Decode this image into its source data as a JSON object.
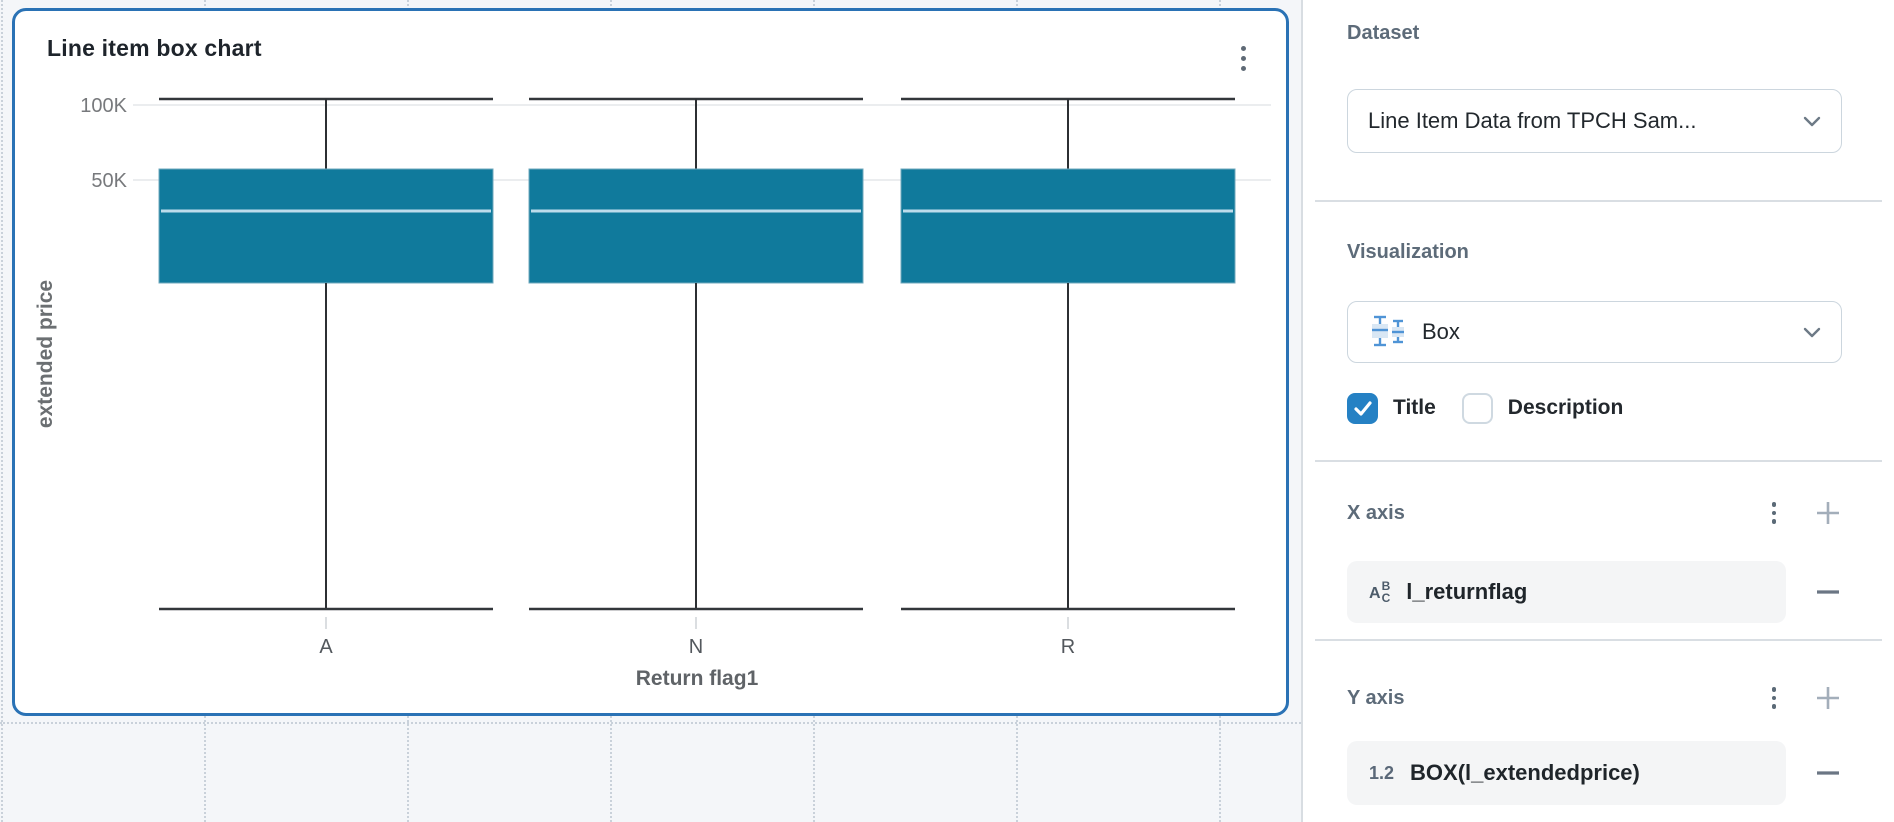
{
  "card": {
    "title": "Line item box chart"
  },
  "chart_data": {
    "type": "box",
    "title": "Line item box chart",
    "xlabel": "Return flag1",
    "ylabel": "extended price",
    "categories": [
      "A",
      "N",
      "R"
    ],
    "y_ticks": [
      "100K",
      "50K"
    ],
    "y_scale": "log-like, ticks at 50K and 100K",
    "grid": "horizontal gridlines at 50K and 100K",
    "series": [
      {
        "category": "A",
        "min": 1000,
        "q1": 19000,
        "median": 36500,
        "q3": 55000,
        "max": 104000
      },
      {
        "category": "N",
        "min": 1000,
        "q1": 19000,
        "median": 36500,
        "q3": 55000,
        "max": 104000
      },
      {
        "category": "R",
        "min": 1000,
        "q1": 19000,
        "median": 36500,
        "q3": 55000,
        "max": 104000
      }
    ],
    "box_color": "#107a9c",
    "median_color": "#bddceb",
    "whisker_color": "#2c2f33"
  },
  "panel": {
    "dataset": {
      "label": "Dataset",
      "value": "Line Item Data from TPCH Sam...",
      "icon": "chevron-down-icon"
    },
    "visualization": {
      "label": "Visualization",
      "value": "Box",
      "icon": "box-plot-icon"
    },
    "options": {
      "title_label": "Title",
      "title_checked": true,
      "description_label": "Description",
      "description_checked": false
    },
    "x_axis": {
      "label": "X axis",
      "fields": [
        {
          "icon": "text-type-icon",
          "icon_a": "A",
          "icon_b": "B",
          "icon_c": "C",
          "name": "l_returnflag"
        }
      ]
    },
    "y_axis": {
      "label": "Y axis",
      "fields": [
        {
          "icon": "number-type-icon",
          "icon_text": "1.2",
          "name": "BOX(l_extendedprice)"
        }
      ]
    }
  },
  "colors": {
    "accent_selection_border": "#2a72b5",
    "checkbox_checked": "#2581c4",
    "box_fill": "#107a9c",
    "panel_label": "#5d6b79",
    "canvas_background": "#f4f6f9"
  }
}
